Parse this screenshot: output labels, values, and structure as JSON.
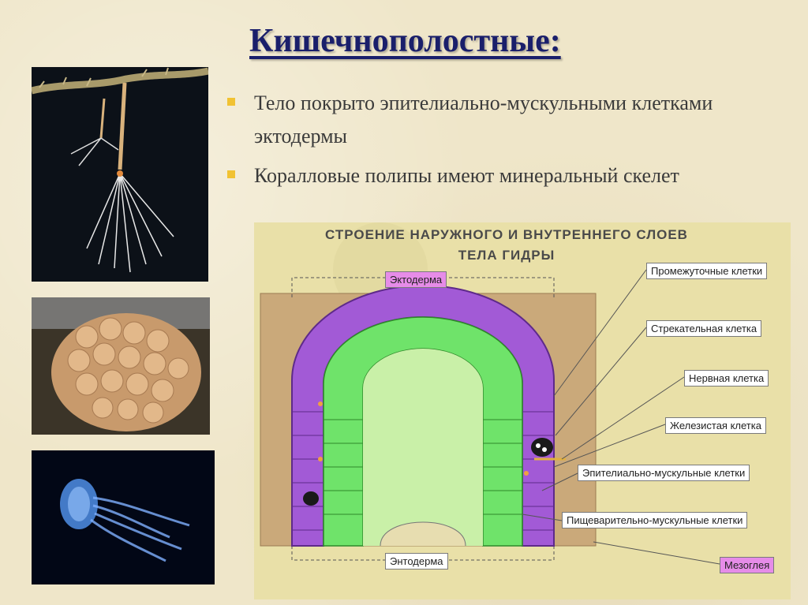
{
  "title": "Кишечнополостные:",
  "bullets": [
    "Тело покрыто эпителиально-мускульными клетками эктодермы",
    "Коралловые полипы имеют минеральный скелет"
  ],
  "diagram": {
    "title_line1": "СТРОЕНИЕ НАРУЖНОГО И ВНУТРЕННЕГО СЛОЕВ",
    "title_line2": "ТЕЛА ГИДРЫ",
    "ectoderm_label": "Эктодерма",
    "endoderm_label": "Энтодерма",
    "labels": [
      "Промежуточные клетки",
      "Стрекательная клетка",
      "Нервная клетка",
      "Железистая клетка",
      "Эпителиально-мускульные клетки",
      "Пищеварительно-мускульные клетки"
    ],
    "mesoglea_label": "Мезоглея"
  },
  "colors": {
    "title": "#1a1f6b",
    "bullet_marker": "#f1c232",
    "ectoderm": "#a25ad6",
    "endoderm": "#6fe36a",
    "mesoglea_box": "#e68ce8"
  }
}
